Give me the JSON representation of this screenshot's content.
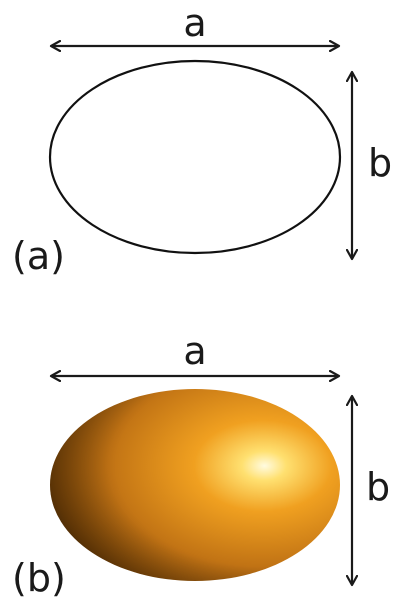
{
  "panels": [
    {
      "panel_label": "(a)",
      "width_label": "a",
      "height_label": "b",
      "style": "outline ellipse"
    },
    {
      "panel_label": "(b)",
      "width_label": "a",
      "height_label": "b",
      "style": "shaded ellipsoid",
      "colors": {
        "highlight": "#fffbe0",
        "mid": "#f0a020",
        "base": "#b86a10",
        "shadow": "#4a2a08"
      }
    }
  ]
}
